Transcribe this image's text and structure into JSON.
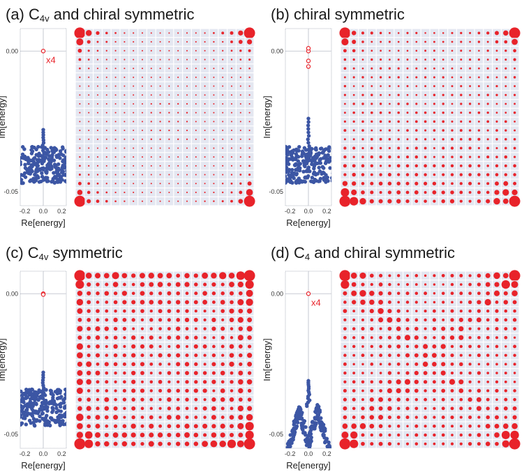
{
  "panels": [
    {
      "key": "a",
      "label_prefix": "(a) C",
      "label_sub": "4v",
      "label_suffix": " and chiral symmetric",
      "pattern": "corners",
      "seed": 11,
      "edge_ring": false,
      "annotation": "x4",
      "edge_modes": [
        0.0
      ]
    },
    {
      "key": "b",
      "label_prefix": "(b) chiral symmetric",
      "label_sub": "",
      "label_suffix": "",
      "pattern": "bottom",
      "seed": 23,
      "edge_ring": true,
      "annotation": "",
      "edge_modes": [
        0.0,
        0.001,
        -0.0035,
        -0.0055
      ]
    },
    {
      "key": "c",
      "label_prefix": "(c) C",
      "label_sub": "4v",
      "label_suffix": " symmetric",
      "pattern": "uniform",
      "seed": 37,
      "edge_ring": true,
      "annotation": "",
      "edge_modes": [
        0.0,
        -0.0003
      ]
    },
    {
      "key": "d",
      "label_prefix": "(d) C",
      "label_sub": "4",
      "label_suffix": " and chiral symmetric",
      "pattern": "diagonal",
      "seed": 53,
      "edge_ring": true,
      "annotation": "x4",
      "edge_modes": [
        0.0
      ]
    }
  ],
  "axes": {
    "xlabel": "Re[energy]",
    "ylabel": "Im[energy]",
    "x_ticks": [
      "-0.2",
      "0.0",
      "0.2"
    ],
    "y_ticks": [
      "0.00",
      "-0.05"
    ]
  },
  "chart_data": [
    {
      "type": "scatter",
      "title": "(a) C4v and chiral symmetric",
      "xlabel": "Re[energy]",
      "ylabel": "Im[energy]",
      "xlim": [
        -0.25,
        0.25
      ],
      "ylim": [
        -0.055,
        0.008
      ],
      "series": [
        {
          "name": "",
          "values_note": "",
          "points": [
            [
              0.0,
              0.0
            ]
          ]
        }
      ]
    },
    {
      "type": "scatter",
      "title": "(b) chiral symmetric",
      "xlabel": "Re[energy]",
      "ylabel": "Im[energy]",
      "xlim": [
        -0.25,
        0.25
      ],
      "ylim": [
        -0.055,
        0.008
      ],
      "series": [
        {
          "name": "",
          "points": [
            [
              0.0,
              0.0
            ],
            [
              0.0,
              0.001
            ],
            [
              0.0,
              -0.0035
            ],
            [
              0.0,
              -0.0055
            ]
          ]
        }
      ]
    },
    {
      "type": "scatter",
      "title": "(c) C4v symmetric",
      "xlabel": "Re[energy]",
      "ylabel": "Im[energy]",
      "xlim": [
        -0.25,
        0.25
      ],
      "ylim": [
        -0.055,
        0.008
      ],
      "series": [
        {
          "name": "",
          "points": [
            [
              0.0,
              0.0
            ],
            [
              0.0,
              -0.0003
            ]
          ]
        }
      ]
    },
    {
      "type": "scatter",
      "title": "(d) C4 and chiral symmetric",
      "xlabel": "Re[energy]",
      "ylabel": "Im[energy]",
      "xlim": [
        -0.25,
        0.25
      ],
      "ylim": [
        -0.055,
        0.008
      ],
      "series": [
        {
          "name": "",
          "points": [
            [
              0.0,
              0.0
            ]
          ]
        }
      ]
    }
  ],
  "colors": {
    "bulk": "#3c56a4",
    "edge": "#e8232a",
    "cell": "#e4e7f1",
    "grid": "#9aa0ac"
  }
}
